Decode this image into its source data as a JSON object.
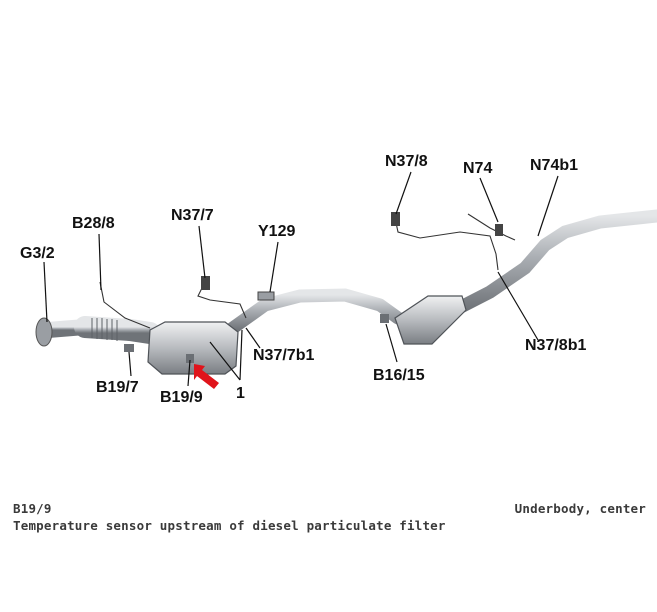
{
  "diagram": {
    "labels": {
      "g3_2": "G3/2",
      "b28_8": "B28/8",
      "n37_7": "N37/7",
      "y129": "Y129",
      "n37_8": "N37/8",
      "n74": "N74",
      "n74b1": "N74b1",
      "b19_7": "B19/7",
      "b19_9": "B19/9",
      "one": "1",
      "n37_7b1": "N37/7b1",
      "b16_15": "B16/15",
      "n37_8b1": "N37/8b1"
    },
    "colors": {
      "pipe": "#8a8e93",
      "highlight_arrow": "#e0141b"
    },
    "icons": [
      "exhaust-system-illustration",
      "red-arrow-icon"
    ]
  },
  "caption": {
    "code": "B19/9",
    "description": "Temperature sensor upstream of diesel particulate filter",
    "location": "Underbody, center"
  }
}
